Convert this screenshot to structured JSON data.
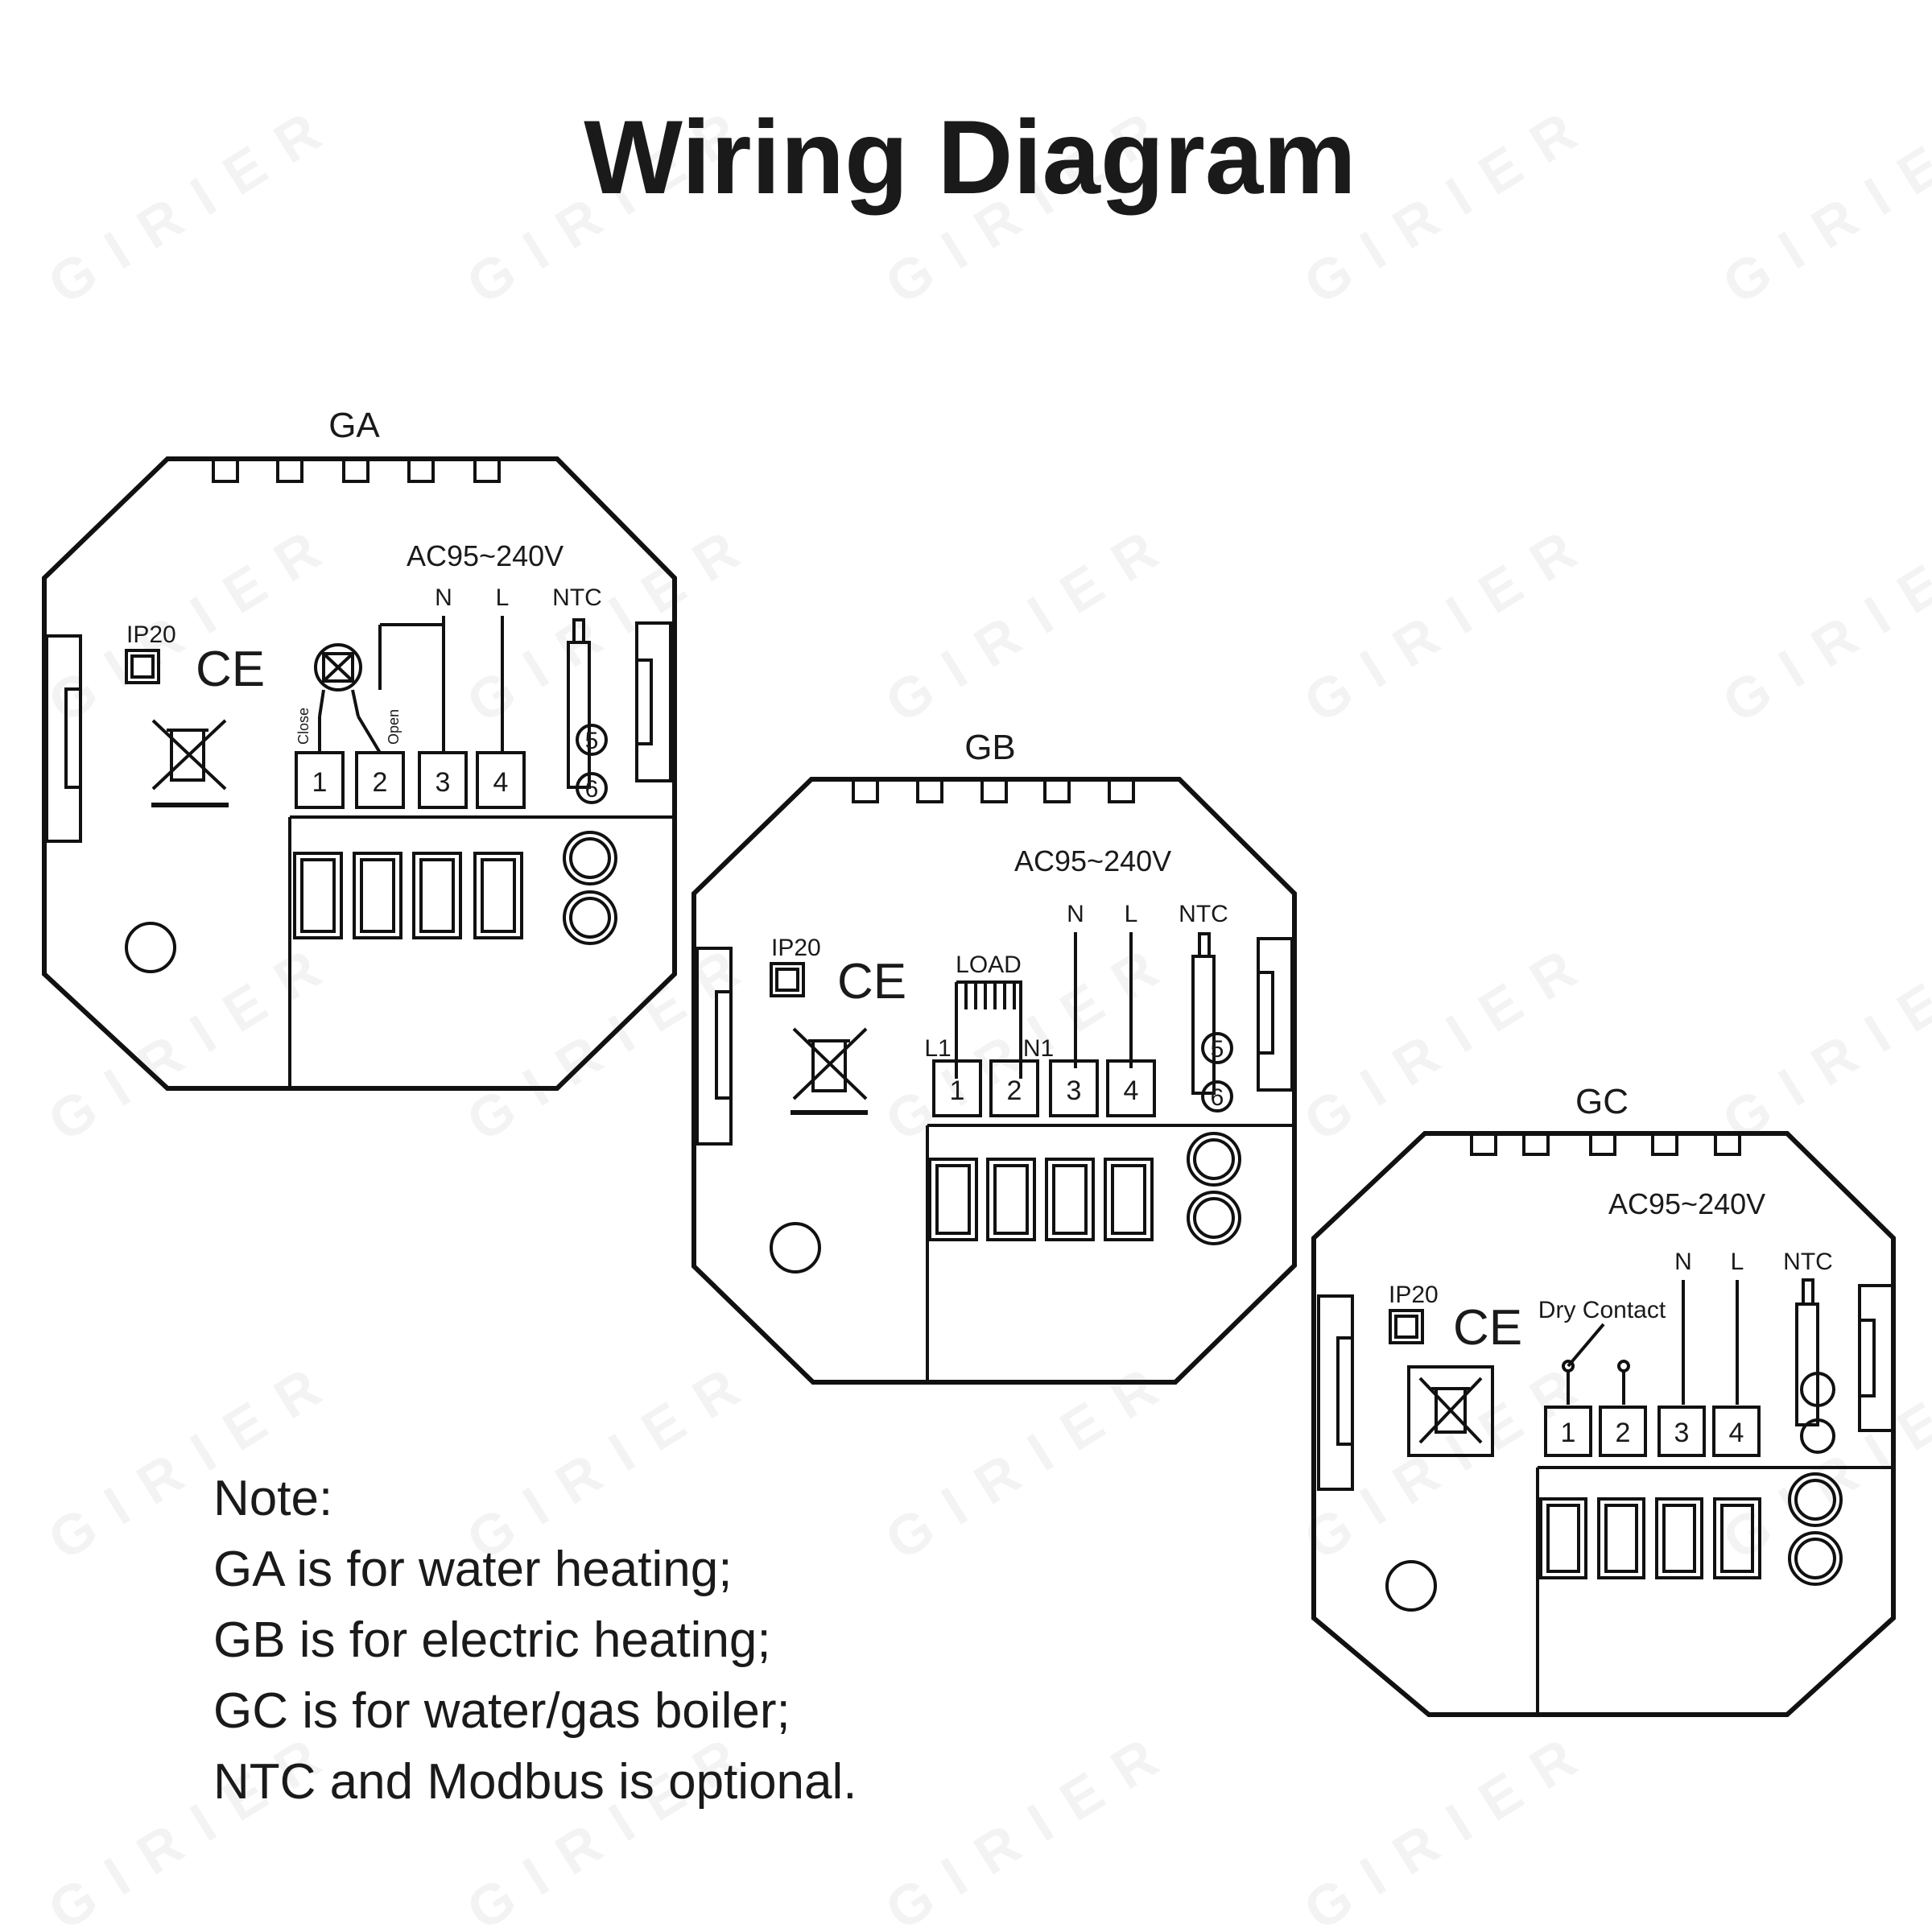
{
  "title": "Wiring Diagram",
  "watermark": "GIRIER",
  "modules": [
    {
      "id": "GA",
      "label": "GA",
      "voltage": "AC95~240V",
      "ip": "IP20",
      "ce": "CE",
      "wire_labels": [
        "N",
        "L",
        "NTC"
      ],
      "load_labels": [
        "Close",
        "Open"
      ],
      "load_icon": "motor-valve-icon",
      "terminals": [
        "1",
        "2",
        "3",
        "4"
      ],
      "ntc_terminals": [
        "5",
        "6"
      ]
    },
    {
      "id": "GB",
      "label": "GB",
      "voltage": "AC95~240V",
      "ip": "IP20",
      "ce": "CE",
      "wire_labels": [
        "N",
        "L",
        "NTC"
      ],
      "load_labels": [
        "LOAD",
        "L1",
        "N1"
      ],
      "load_icon": "heating-element-icon",
      "terminals": [
        "1",
        "2",
        "3",
        "4"
      ],
      "ntc_terminals": [
        "5",
        "6"
      ]
    },
    {
      "id": "GC",
      "label": "GC",
      "voltage": "AC95~240V",
      "ip": "IP20",
      "ce": "CE",
      "wire_labels": [
        "N",
        "L",
        "NTC"
      ],
      "load_labels": [
        "Dry Contact"
      ],
      "load_icon": "dry-contact-icon",
      "terminals": [
        "1",
        "2",
        "3",
        "4"
      ],
      "ntc_terminals": []
    }
  ],
  "note": {
    "heading": "Note:",
    "lines": [
      "GA is for water heating;",
      "GB is for electric heating;",
      "GC is for water/gas boiler;",
      "NTC and Modbus is optional."
    ]
  }
}
